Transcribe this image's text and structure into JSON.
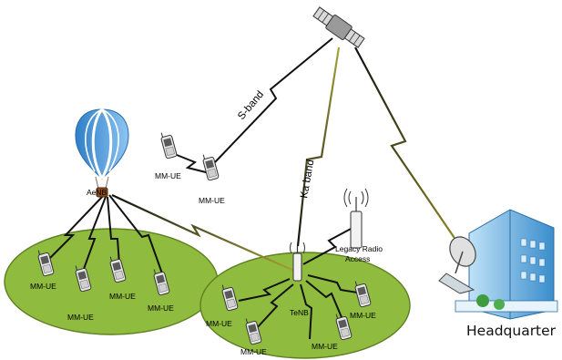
{
  "labels": {
    "aenb": "AeNB",
    "tenb": "TeNB",
    "s_band": "S-band",
    "ka_band": "Ka band",
    "legacy_line1": "Legacy Radio",
    "legacy_line2": "Access",
    "headquarter": "Headquarter",
    "mm_ue": "MM-UE"
  },
  "colors": {
    "ellipse_fill": "#8fbc3f",
    "ellipse_stroke": "#5e7f22",
    "link_dark": "#111111",
    "link_olive": "#7d7a1c",
    "building_blue": "#4a9ad4",
    "balloon_blue": "#3d8fd8"
  }
}
